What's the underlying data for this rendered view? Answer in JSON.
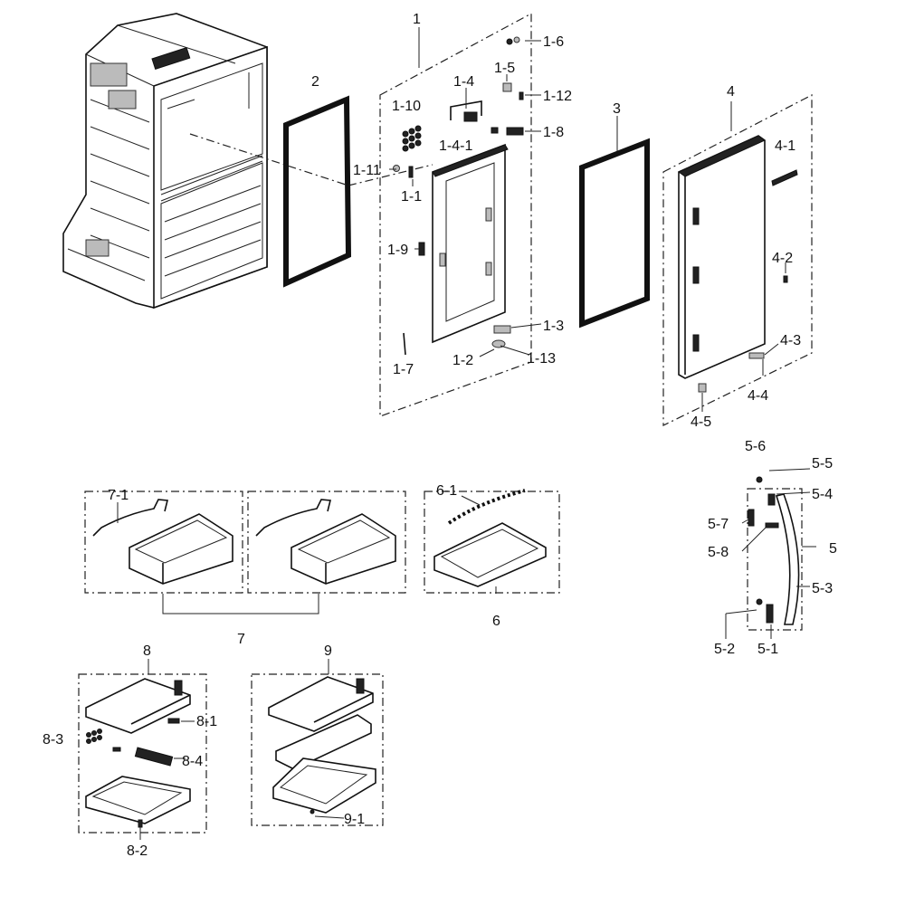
{
  "labels": {
    "l1": "1",
    "l1_1": "1-1",
    "l1_2": "1-2",
    "l1_3": "1-3",
    "l1_4": "1-4",
    "l1_4_1": "1-4-1",
    "l1_5": "1-5",
    "l1_6": "1-6",
    "l1_7": "1-7",
    "l1_8": "1-8",
    "l1_9": "1-9",
    "l1_10": "1-10",
    "l1_11": "1-11",
    "l1_12": "1-12",
    "l1_13": "1-13",
    "l2": "2",
    "l3": "3",
    "l4": "4",
    "l4_1": "4-1",
    "l4_2": "4-2",
    "l4_3": "4-3",
    "l4_4": "4-4",
    "l4_5": "4-5",
    "l5": "5",
    "l5_1": "5-1",
    "l5_2": "5-2",
    "l5_3": "5-3",
    "l5_4": "5-4",
    "l5_5": "5-5",
    "l5_6": "5-6",
    "l5_7": "5-7",
    "l5_8": "5-8",
    "l6": "6",
    "l6_1": "6-1",
    "l7": "7",
    "l7_1": "7-1",
    "l8": "8",
    "l8_1": "8-1",
    "l8_2": "8-2",
    "l8_3": "8-3",
    "l8_4": "8-4",
    "l9": "9",
    "l9_1": "9-1"
  }
}
